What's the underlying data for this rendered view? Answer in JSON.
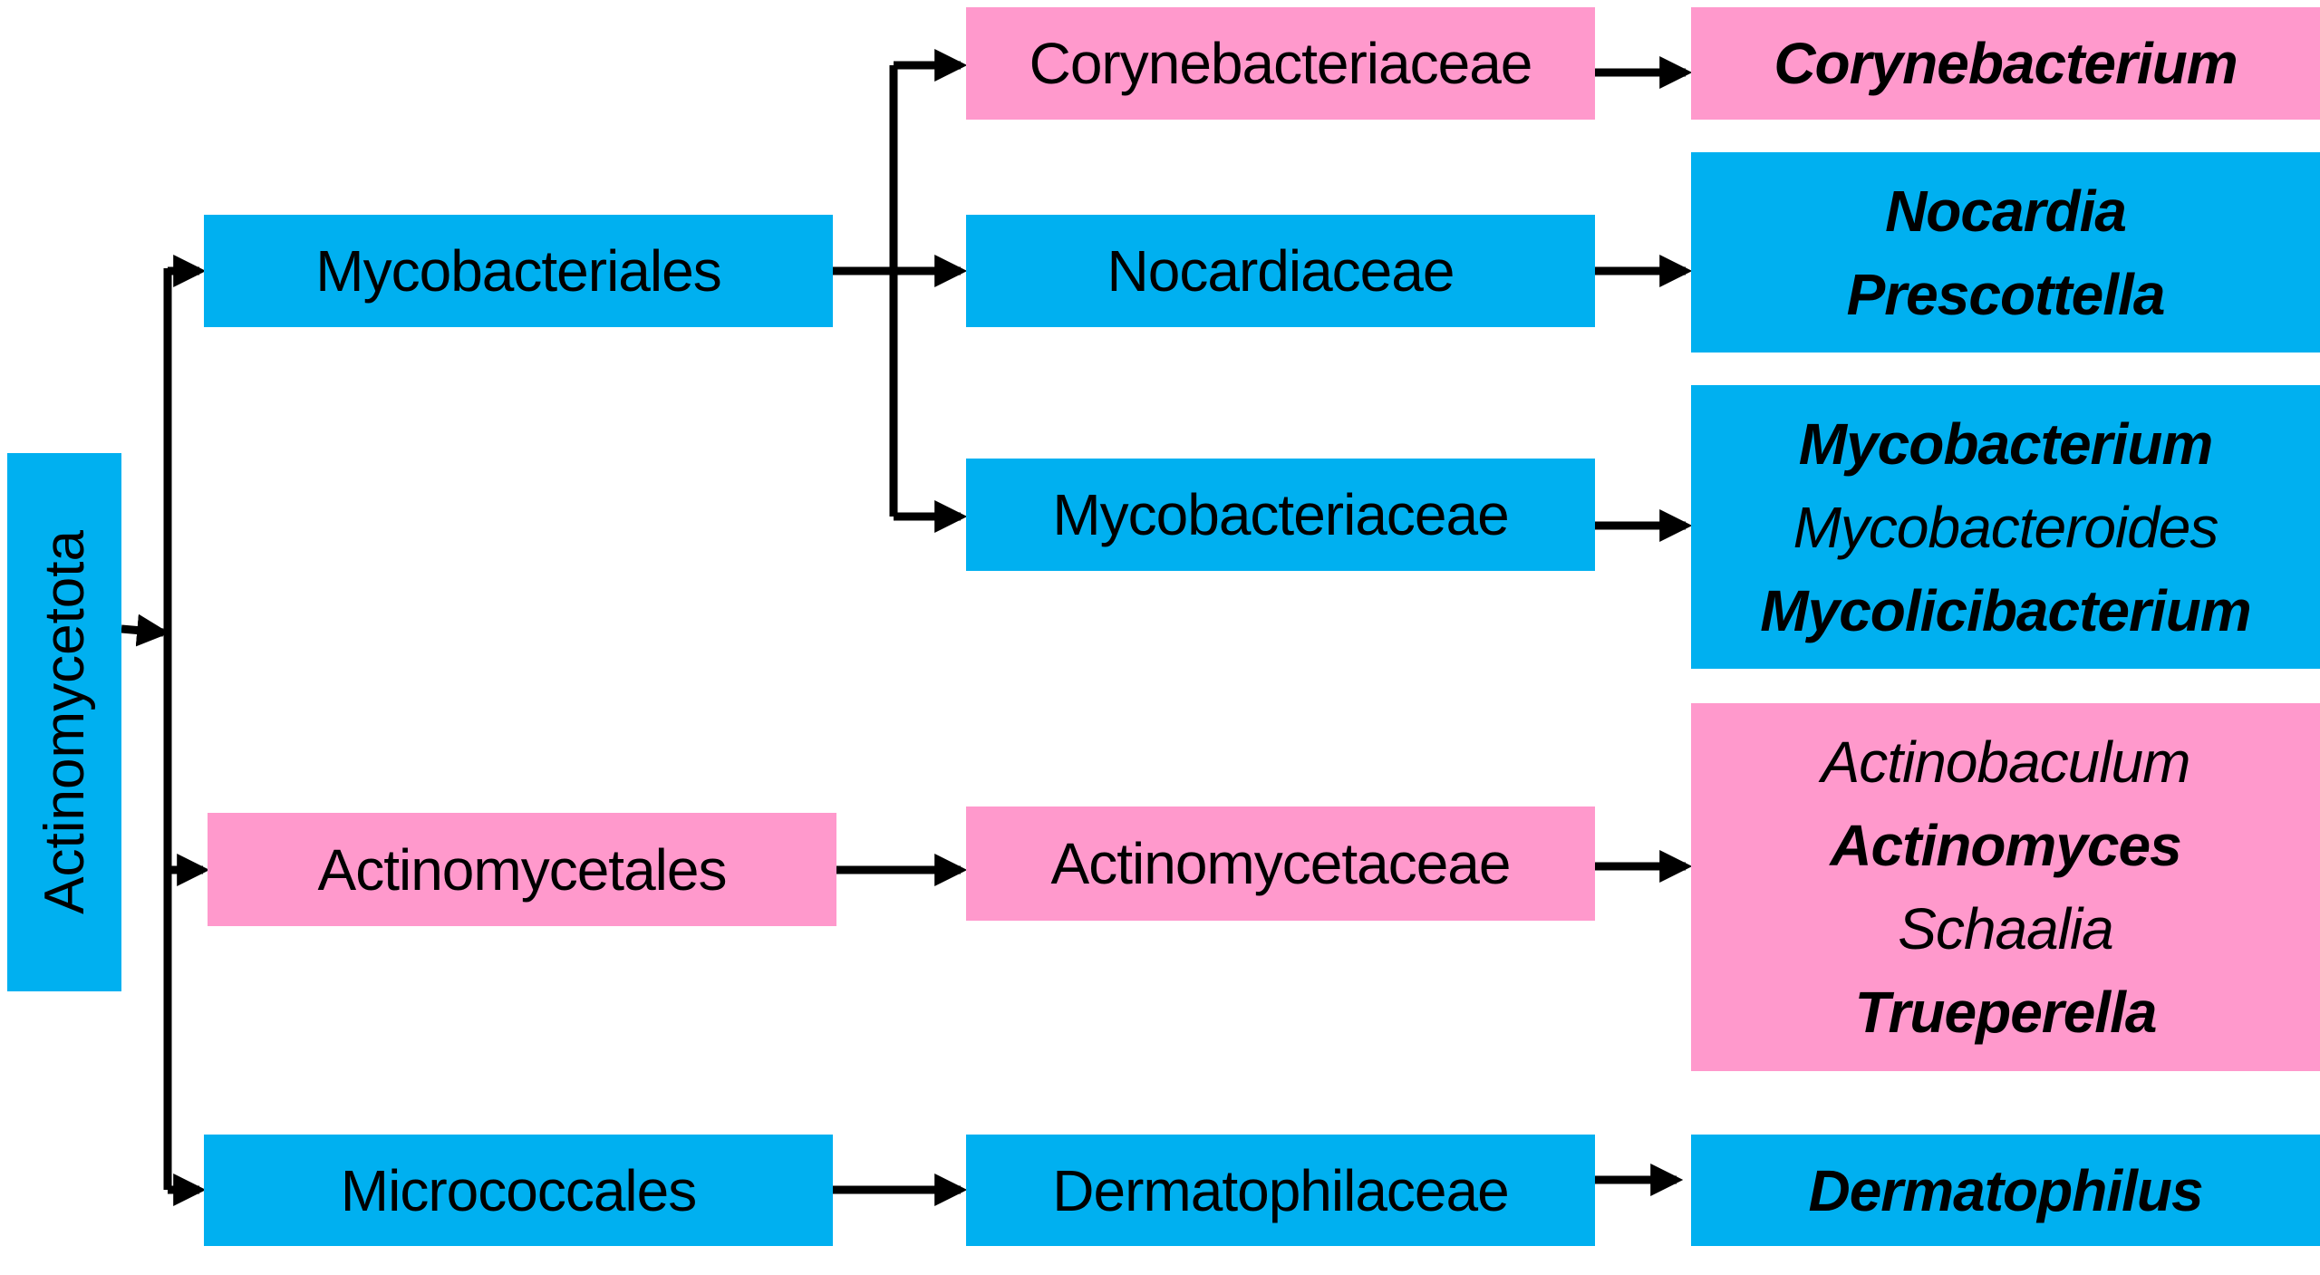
{
  "diagram": {
    "title": "Actinomycetota taxonomy",
    "colors": {
      "blue": "#00b0f0",
      "pink": "#ff99cc",
      "line": "#000000"
    },
    "phylum": {
      "label": "Actinomycetota",
      "color": "blue"
    },
    "orders": [
      {
        "id": "mycobacteriales",
        "label": "Mycobacteriales",
        "color": "blue"
      },
      {
        "id": "actinomycetales",
        "label": "Actinomycetales",
        "color": "pink"
      },
      {
        "id": "micrococcales",
        "label": "Micrococcales",
        "color": "blue"
      }
    ],
    "families": [
      {
        "id": "corynebacteriaceae",
        "label": "Corynebacteriaceae",
        "order": "mycobacteriales",
        "color": "pink"
      },
      {
        "id": "nocardiaceae",
        "label": "Nocardiaceae",
        "order": "mycobacteriales",
        "color": "blue"
      },
      {
        "id": "mycobacteriaceae",
        "label": "Mycobacteriaceae",
        "order": "mycobacteriales",
        "color": "blue"
      },
      {
        "id": "actinomycetaceae",
        "label": "Actinomycetaceae",
        "order": "actinomycetales",
        "color": "pink"
      },
      {
        "id": "dermatophilaceae",
        "label": "Dermatophilaceae",
        "order": "micrococcales",
        "color": "blue"
      }
    ],
    "genera_groups": [
      {
        "family": "corynebacteriaceae",
        "color": "pink",
        "genera": [
          {
            "name": "Corynebacterium",
            "bold": true
          }
        ]
      },
      {
        "family": "nocardiaceae",
        "color": "blue",
        "genera": [
          {
            "name": "Nocardia",
            "bold": true
          },
          {
            "name": "Prescottella",
            "bold": true
          }
        ]
      },
      {
        "family": "mycobacteriaceae",
        "color": "blue",
        "genera": [
          {
            "name": "Mycobacterium",
            "bold": true
          },
          {
            "name": "Mycobacteroides",
            "bold": false
          },
          {
            "name": "Mycolicibacterium",
            "bold": true
          }
        ]
      },
      {
        "family": "actinomycetaceae",
        "color": "pink",
        "genera": [
          {
            "name": "Actinobaculum",
            "bold": false
          },
          {
            "name": "Actinomyces",
            "bold": true
          },
          {
            "name": "Schaalia",
            "bold": false
          },
          {
            "name": "Trueperella",
            "bold": true
          }
        ]
      },
      {
        "family": "dermatophilaceae",
        "color": "blue",
        "genera": [
          {
            "name": "Dermatophilus",
            "bold": true
          }
        ]
      }
    ]
  }
}
